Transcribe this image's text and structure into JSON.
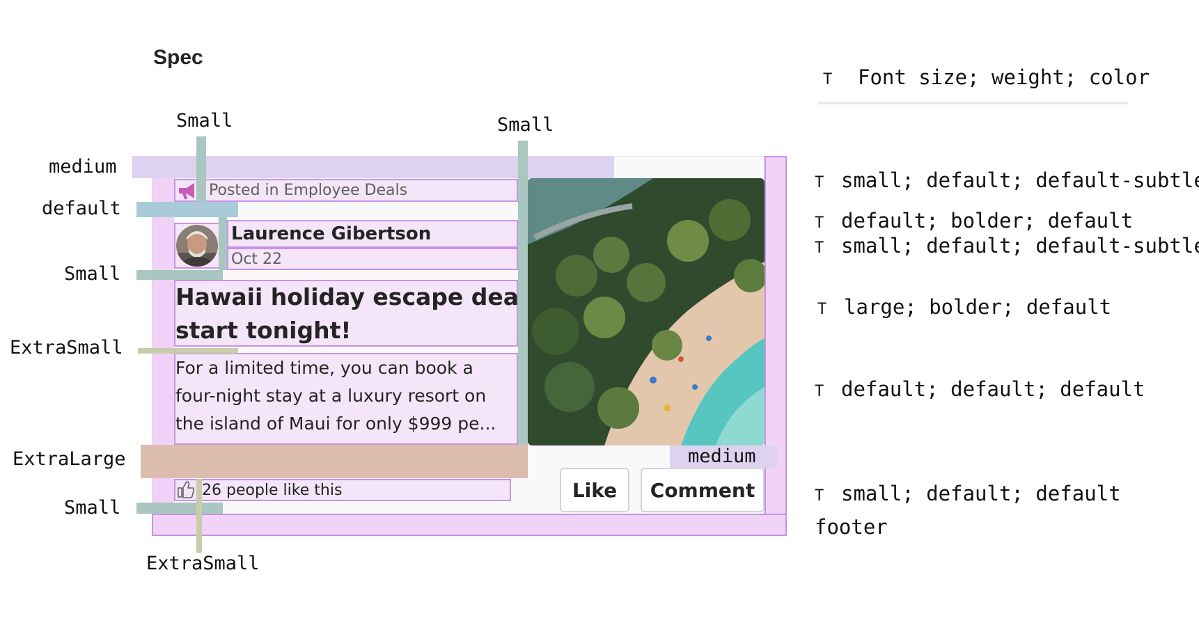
{
  "spec": {
    "title": "Spec"
  },
  "annotations": {
    "small_top_left": "Small",
    "small_top_center": "Small",
    "medium_left": "medium",
    "default_left": "default",
    "small_left_1": "Small",
    "extrasmall_left": "ExtraSmall",
    "extralarge_left": "ExtraLarge",
    "small_left_2": "Small",
    "extrasmall_bottom": "ExtraSmall",
    "medium_right": "medium"
  },
  "card": {
    "posted_in": "Posted in Employee Deals",
    "author": "Laurence Gibertson",
    "date": "Oct 22",
    "headline_line1": "Hawaii holiday escape deals",
    "headline_line2": "start tonight!",
    "body_line1": "For a limited time, you can book a",
    "body_line2": "four-night stay at a luxury resort on",
    "body_line3": "the island of Maui for only $999 pe...",
    "likes": "26 people like this",
    "like_button": "Like",
    "comment_button": "Comment",
    "icons": {
      "posted": "megaphone-icon",
      "like": "thumbs-up-icon",
      "avatar": "avatar"
    }
  },
  "legend": {
    "glyph": "T",
    "header": "Font size; weight; color",
    "rows": [
      "small; default; default-subtle",
      "default; bolder; default",
      "small; default; default-subtle",
      "large; bolder; default",
      "default; default; default",
      "small; default; default"
    ],
    "footer": "footer"
  },
  "colors": {
    "outline": "#c993e6",
    "spacing_medium": "#ddd3f0",
    "spacing_small": "#a9c6c0",
    "spacing_default": "#a9cbd9",
    "spacing_extrasmall": "#c9ccaa",
    "spacing_extralarge": "#dcbdad",
    "accent_icon": "#c75bb8"
  }
}
